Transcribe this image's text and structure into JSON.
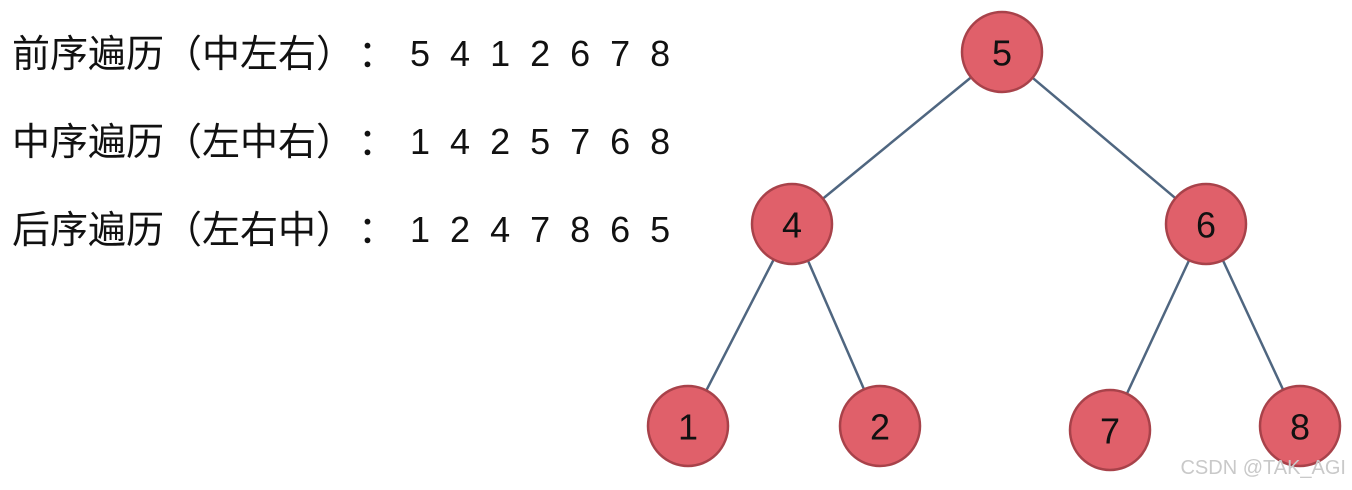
{
  "traversals": [
    {
      "label": "前序遍历（中左右）",
      "separator": "：",
      "sequence": "5 4 1 2 6 7 8"
    },
    {
      "label": "中序遍历（左中右）",
      "separator": "：",
      "sequence": "1 4 2 5 7 6 8"
    },
    {
      "label": "后序遍历（左右中）",
      "separator": "：",
      "sequence": "1 2 4 7 8 6 5"
    }
  ],
  "tree": {
    "node_fill": "#e0606a",
    "node_stroke": "#a8424a",
    "edge_color": "#4f6680",
    "nodes": [
      {
        "id": "n5",
        "label": "5"
      },
      {
        "id": "n4",
        "label": "4"
      },
      {
        "id": "n6",
        "label": "6"
      },
      {
        "id": "n1",
        "label": "1"
      },
      {
        "id": "n2",
        "label": "2"
      },
      {
        "id": "n7",
        "label": "7"
      },
      {
        "id": "n8",
        "label": "8"
      }
    ],
    "edges": [
      {
        "from": "n5",
        "to": "n4"
      },
      {
        "from": "n5",
        "to": "n6"
      },
      {
        "from": "n4",
        "to": "n1"
      },
      {
        "from": "n4",
        "to": "n2"
      },
      {
        "from": "n6",
        "to": "n7"
      },
      {
        "from": "n6",
        "to": "n8"
      }
    ]
  },
  "watermark": "CSDN @TAK_AGI"
}
